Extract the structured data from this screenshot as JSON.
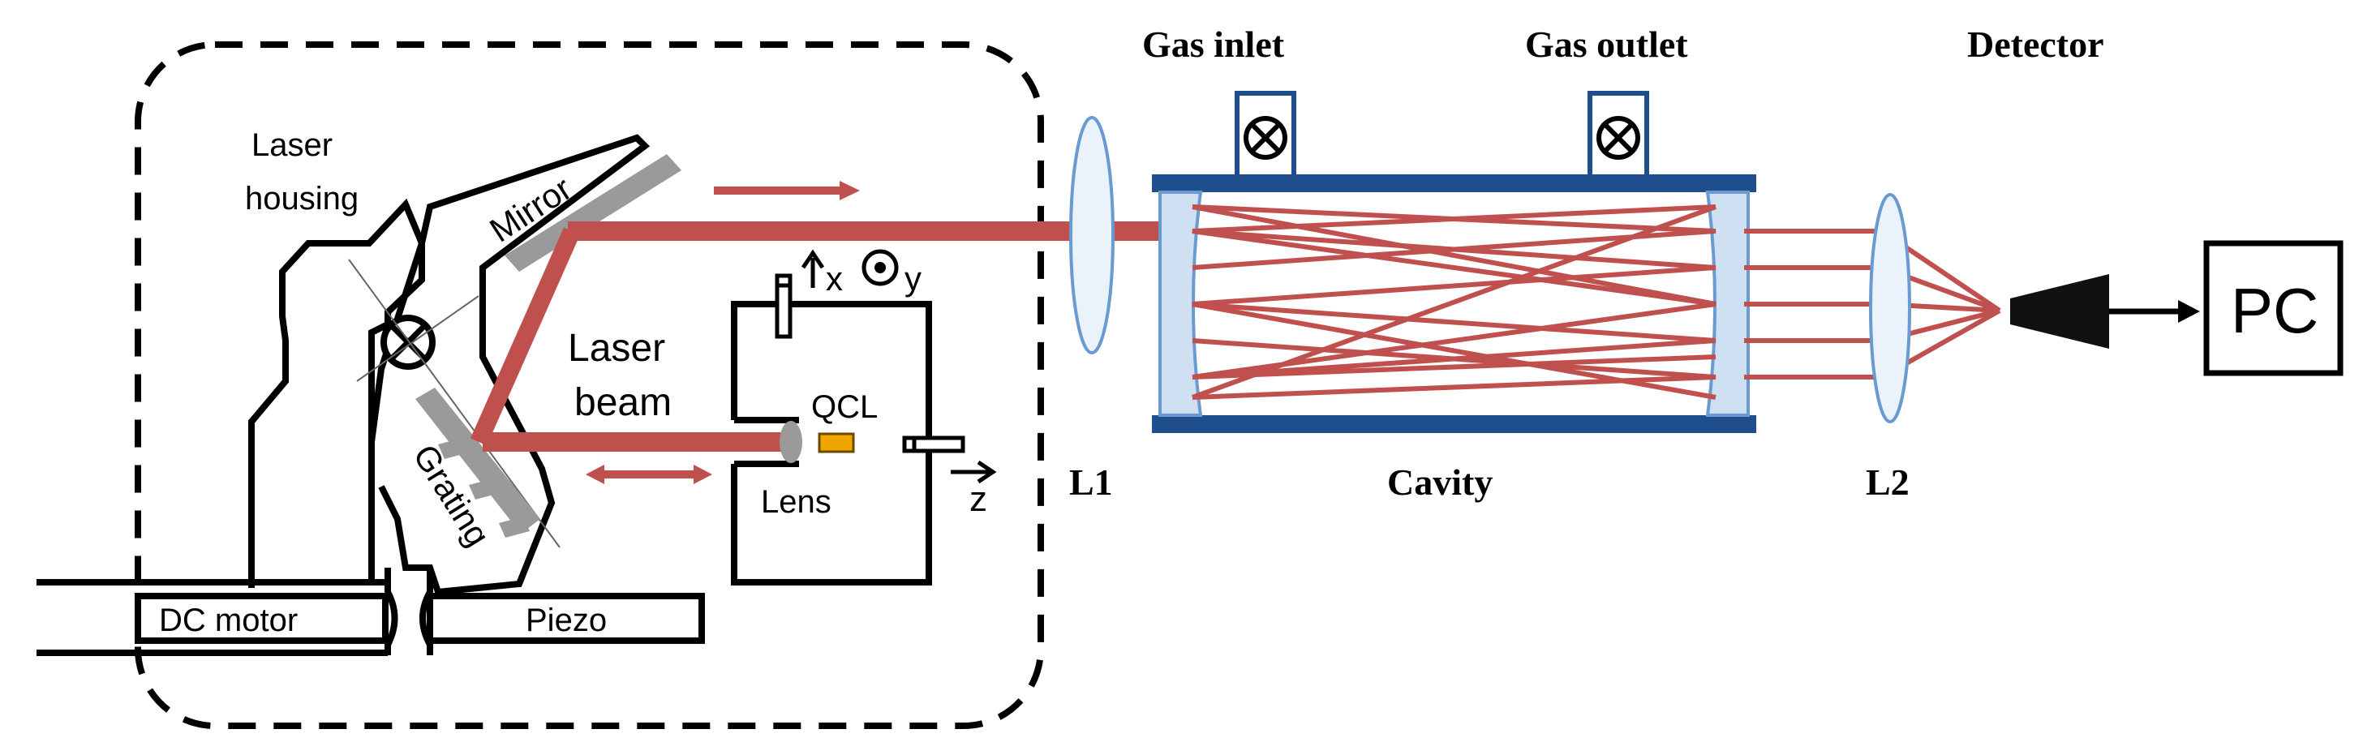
{
  "labels": {
    "laser_housing_line1": "Laser",
    "laser_housing_line2": "housing",
    "mirror": "Mirror",
    "grating": "Grating",
    "laser_beam_line1": "Laser",
    "laser_beam_line2": "beam",
    "qcl": "QCL",
    "lens": "Lens",
    "axis_x": "x",
    "axis_y": "y",
    "axis_z": "z",
    "dc_motor": "DC motor",
    "piezo": "Piezo",
    "l1": "L1",
    "l2": "L2",
    "gas_inlet": "Gas inlet",
    "gas_outlet": "Gas outlet",
    "cavity": "Cavity",
    "detector": "Detector",
    "pc": "PC"
  },
  "colors": {
    "beam": "#c0504d",
    "cavity_frame": "#1f4e8c",
    "lens_fill": "#eaf3fb",
    "lens_stroke": "#6a9ad0",
    "qcl_chip": "#f0a500",
    "grating_gray": "#9a9a9a",
    "mirror_gray": "#9a9a9a"
  },
  "icons": {
    "valve": "circled-x-valve-icon",
    "axis_out_of_plane": "dot-in-circle-icon",
    "detector": "detector-cone-icon"
  }
}
